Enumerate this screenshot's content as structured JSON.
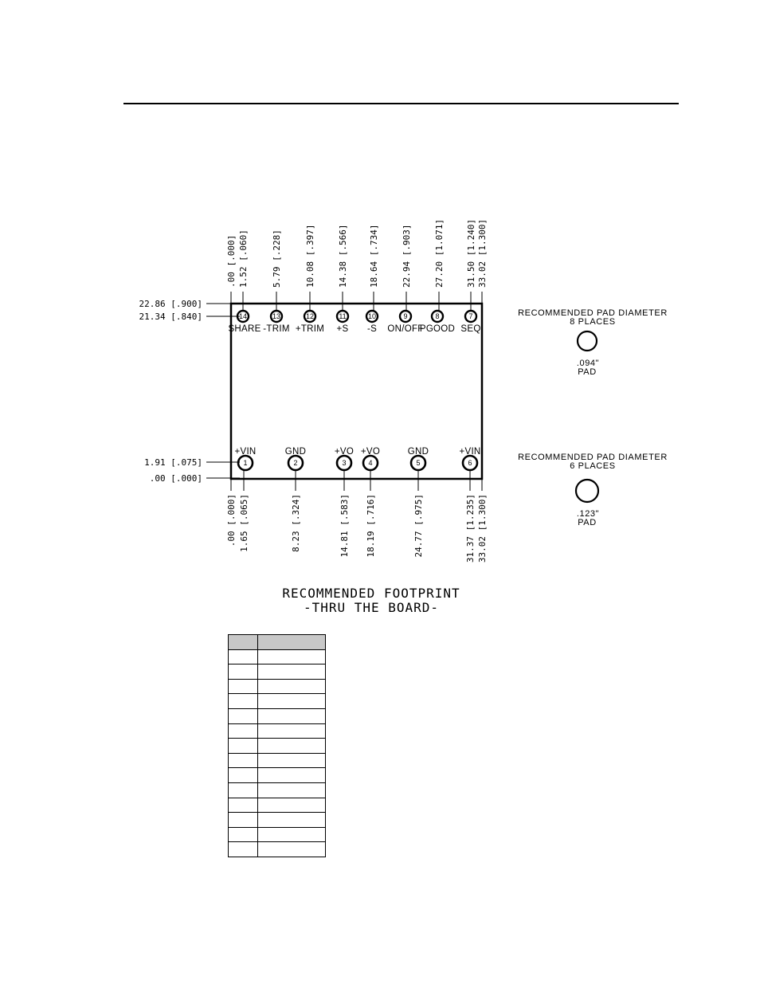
{
  "drawing": {
    "title_lines": [
      "RECOMMENDED FOOTPRINT",
      "-THRU THE BOARD-"
    ],
    "top_dims": [
      ".00 [.000]",
      "1.52 [.060]",
      "5.79 [.228]",
      "10.08 [.397]",
      "14.38 [.566]",
      "18.64 [.734]",
      "22.94 [.903]",
      "27.20 [1.071]",
      "31.50 [1.240]",
      "33.02 [1.300]"
    ],
    "bottom_dims": [
      ".00 [.000]",
      "1.65 [.065]",
      "8.23 [.324]",
      "14.81 [.583]",
      "18.19 [.716]",
      "24.77 [.975]",
      "31.37 [1.235]",
      "33.02 [1.300]"
    ],
    "left_dims": [
      "22.86 [.900]",
      "21.34 [.840]",
      "1.91 [.075]",
      ".00 [.000]"
    ],
    "top_pins": [
      {
        "num": "14",
        "label": "SHARE"
      },
      {
        "num": "13",
        "label": "-TRIM"
      },
      {
        "num": "12",
        "label": "+TRIM"
      },
      {
        "num": "11",
        "label": "+S"
      },
      {
        "num": "10",
        "label": "-S"
      },
      {
        "num": "9",
        "label": "ON/OFF"
      },
      {
        "num": "8",
        "label": "PGOOD"
      },
      {
        "num": "7",
        "label": "SEQ"
      }
    ],
    "bottom_pins": [
      {
        "num": "1",
        "label": "+VIN"
      },
      {
        "num": "2",
        "label": "GND"
      },
      {
        "num": "3",
        "label": "+VO"
      },
      {
        "num": "4",
        "label": "+VO"
      },
      {
        "num": "5",
        "label": "GND"
      },
      {
        "num": "6",
        "label": "+VIN"
      }
    ],
    "pad_notes": [
      {
        "heading": "RECOMMENDED PAD DIAMETER",
        "places": "8 PLACES",
        "size": ".094\"",
        "pad": "PAD"
      },
      {
        "heading": "RECOMMENDED PAD DIAMETER",
        "places": "6 PLACES",
        "size": ".123\"",
        "pad": "PAD"
      }
    ]
  },
  "table": {
    "header": [
      "",
      ""
    ],
    "row_count": 14
  }
}
